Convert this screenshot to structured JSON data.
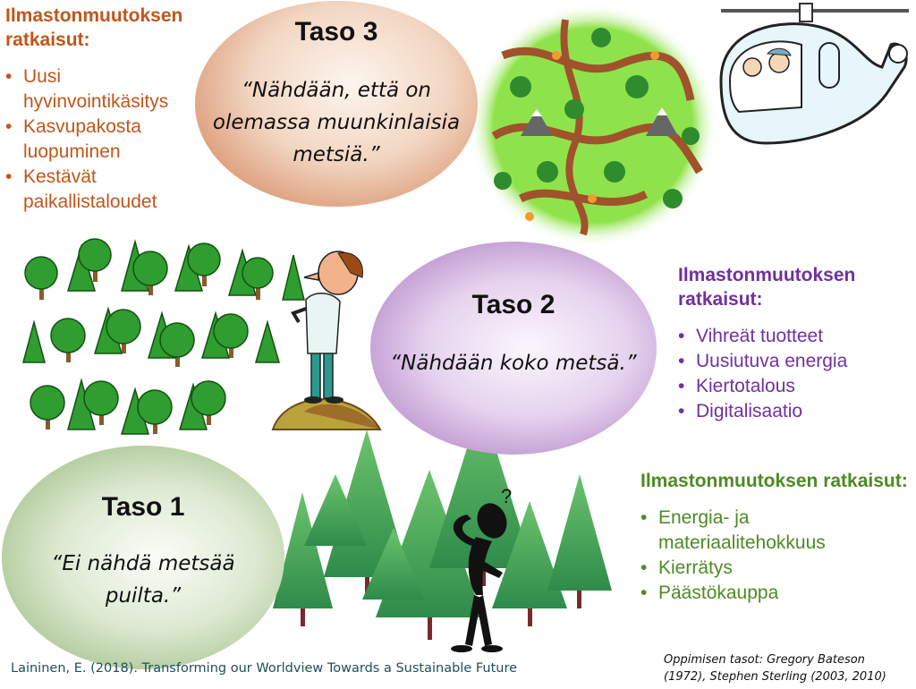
{
  "level3": {
    "heading": "Ilmastonmuutoksen ratkaisut:",
    "items": [
      "Uusi hyvinvointikäsitys",
      "Kasvupakosta luopuminen",
      "Kestävät paikallistaloudet"
    ],
    "title": "Taso 3",
    "quote": "“Nähdään, että on olemassa muunkinlaisia metsiä.”",
    "color": "#c0561b"
  },
  "level2": {
    "heading": "Ilmastonmuutoksen ratkaisut:",
    "items": [
      "Vihreät tuotteet",
      "Uusiutuva energia",
      "Kiertotalous",
      "Digitalisaatio"
    ],
    "title": "Taso 2",
    "quote": "“Nähdään koko metsä.”",
    "color": "#7030a0"
  },
  "level1": {
    "heading": "Ilmastonmuutoksen ratkaisut:",
    "items": [
      "Energia- ja materiaalitehokkuus",
      "Kierrätys",
      "Päästökauppa"
    ],
    "title": "Taso 1",
    "quote": "“Ei nähdä metsää puilta.”",
    "color": "#4e8a23"
  },
  "citation_left": "Laininen, E. (2018). Transforming our Worldview Towards a Sustainable Future",
  "citation_right": "Oppimisen tasot: Gregory Bateson (1972), Stephen Sterling (2003, 2010)"
}
